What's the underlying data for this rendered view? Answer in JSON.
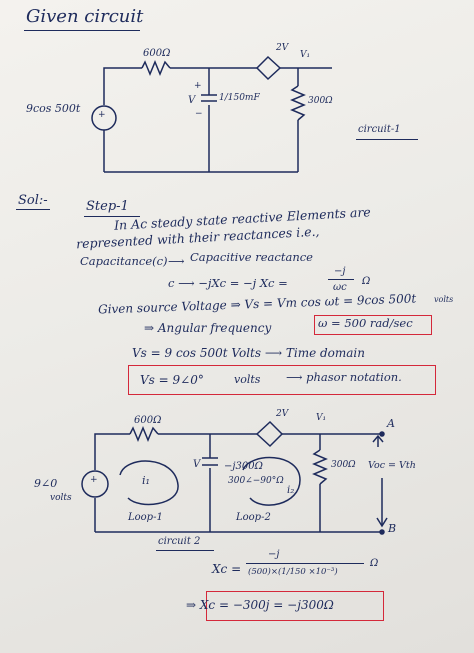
{
  "title": "Given circuit",
  "circuit1": {
    "resistor_label": "600Ω",
    "dep_source_label": "2V",
    "node_label": "V₁",
    "cap_sign_plus": "+",
    "cap_sign_minus": "−",
    "cap_v_label": "V",
    "cap_label": "1/150mF",
    "load_label": "300Ω",
    "source_label": "9cos 500t",
    "name": "circuit-1"
  },
  "solution": {
    "sol_label": "Sol:-",
    "step_label": "Step-1",
    "line1": "In Ac steady state reactive Elements are",
    "line2": "represented with their reactances i.e.,",
    "line3a": "Capacitance(c)",
    "line3b": "Capacitive reactance",
    "line4a": "c ⟶ −jXc = −j Xc = ",
    "line4b": "−j",
    "line4c": "ωc",
    "line4d": "Ω",
    "line5": "Given source Voltage ⇒ Vs = Vm cos ωt = 9cos 500t",
    "line5b": "volts",
    "line6a": "⇒ Angular frequency",
    "line6b": "ω = 500 rad/sec",
    "line7": "Vs = 9 cos 500t  Volts ⟶ Time domain",
    "line8a": "Vs = 9∠0°",
    "line8b": "volts",
    "line8c": "⟶ phasor notation."
  },
  "circuit2": {
    "resistor_label": "600Ω",
    "dep_source_label": "2V",
    "node_label": "V₁",
    "node_a": "A",
    "node_b": "B",
    "cap_v_label": "V",
    "cap_react_label": "−j300Ω",
    "cap_polar_label": "300∠−90°Ω",
    "loop1_current": "i₁",
    "loop2_current": "i₂",
    "load_label": "300Ω",
    "voc_label": "Voc = Vth",
    "source_label": "9∠0",
    "source_unit": "volts",
    "loop1_label": "Loop-1",
    "loop2_label": "Loop-2",
    "name": "circuit 2"
  },
  "xc_calc": {
    "lhs": "Xc = ",
    "num": "−j",
    "den": "(500)×(1/150 ×10⁻³)",
    "unit": "Ω",
    "result": "⇒  Xc = −300j = −j300Ω"
  }
}
